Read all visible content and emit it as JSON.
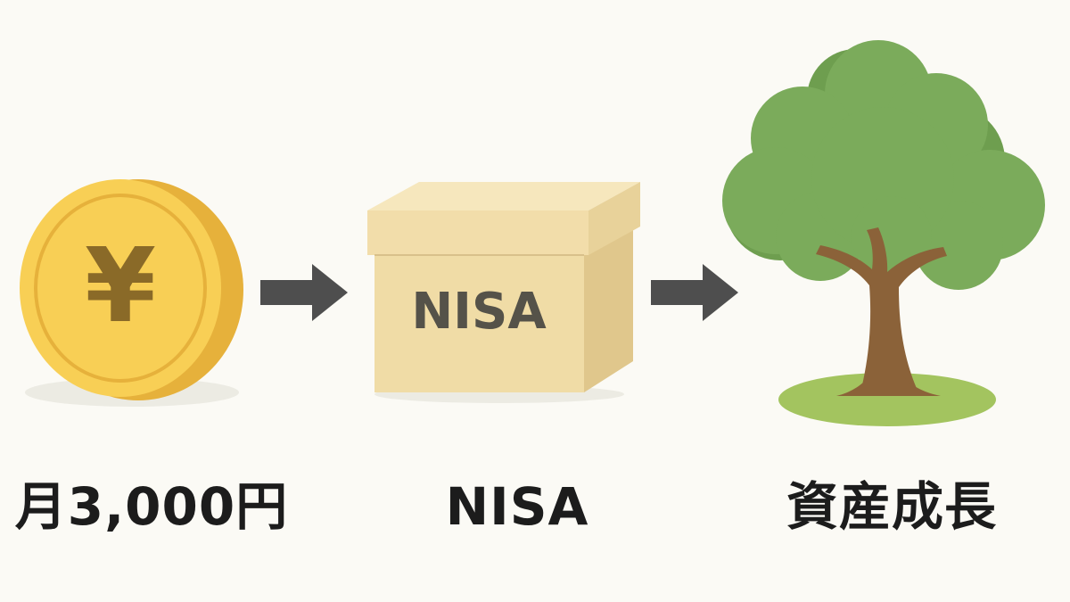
{
  "steps": [
    {
      "caption": "月3,000円",
      "icon": "yen-coin-icon",
      "symbol": "¥"
    },
    {
      "caption": "NISA",
      "icon": "nisa-box-icon",
      "box_label": "NISA"
    },
    {
      "caption": "資産成長",
      "icon": "tree-icon"
    }
  ],
  "connectors": [
    {
      "icon": "arrow-right-icon"
    },
    {
      "icon": "arrow-right-icon"
    }
  ],
  "colors": {
    "background": "#fbfaf5",
    "coin_face": "#f8cf55",
    "coin_edge": "#e6b13b",
    "coin_symbol": "#8a6a28",
    "box": "#f0dca6",
    "box_label": "#555249",
    "arrow": "#4e4e4e",
    "foliage": "#7bab5b",
    "trunk": "#8b6239",
    "grass": "#a3c45f",
    "caption": "#1c1c1c"
  }
}
